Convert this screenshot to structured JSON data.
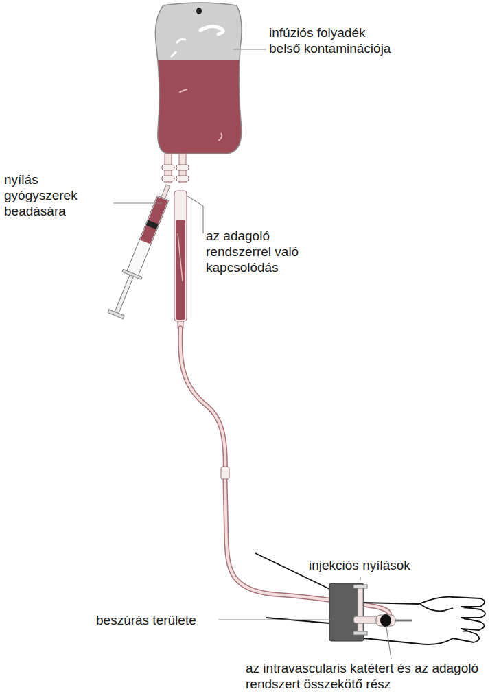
{
  "diagram": {
    "labels": [
      "infúziós folyadék belső kontaminációja",
      "nyílás gyógyszerek beadására",
      "az adagoló rendszerrel való kapcsolódás",
      "injekciós nyílások",
      "beszúrás területe",
      "az intravascularis katétert és az adagoló rendszert összekötő rész"
    ]
  }
}
